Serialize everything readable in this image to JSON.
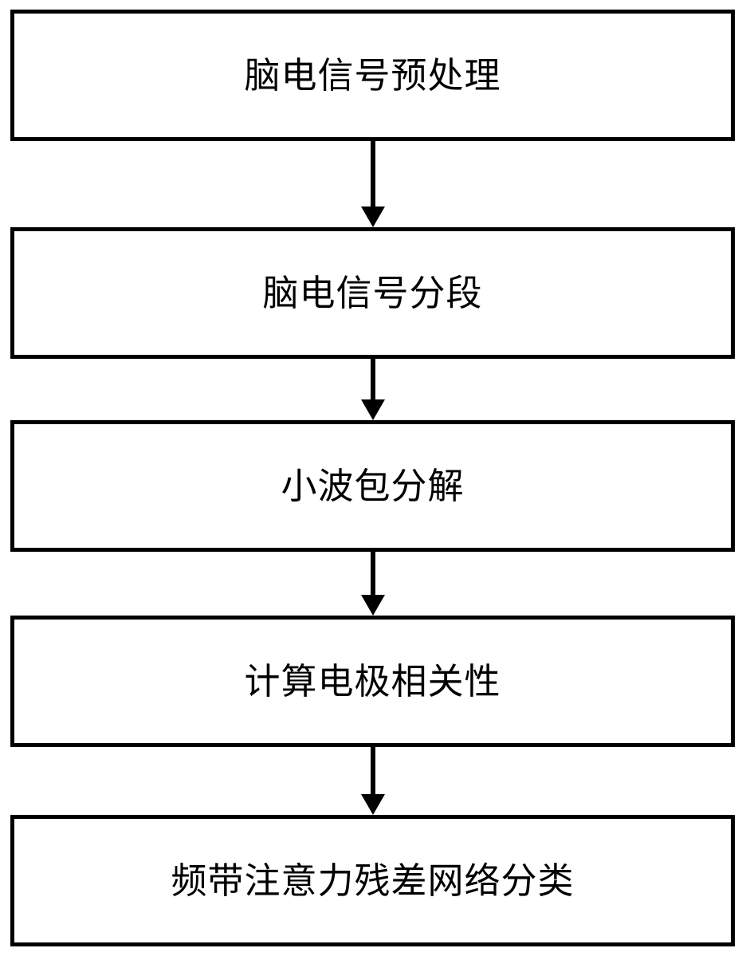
{
  "flowchart": {
    "type": "flowchart",
    "direction": "top-to-bottom",
    "colors": {
      "background": "#ffffff",
      "box_fill": "#ffffff",
      "box_border": "#000000",
      "arrow": "#000000",
      "text": "#000000"
    },
    "nodes": [
      {
        "id": 1,
        "label": "脑电信号预处理"
      },
      {
        "id": 2,
        "label": "脑电信号分段"
      },
      {
        "id": 3,
        "label": "小波包分解"
      },
      {
        "id": 4,
        "label": "计算电极相关性"
      },
      {
        "id": 5,
        "label": "频带注意力残差网络分类"
      }
    ],
    "edges": [
      {
        "from": 1,
        "to": 2
      },
      {
        "from": 2,
        "to": 3
      },
      {
        "from": 3,
        "to": 4
      },
      {
        "from": 4,
        "to": 5
      }
    ]
  }
}
